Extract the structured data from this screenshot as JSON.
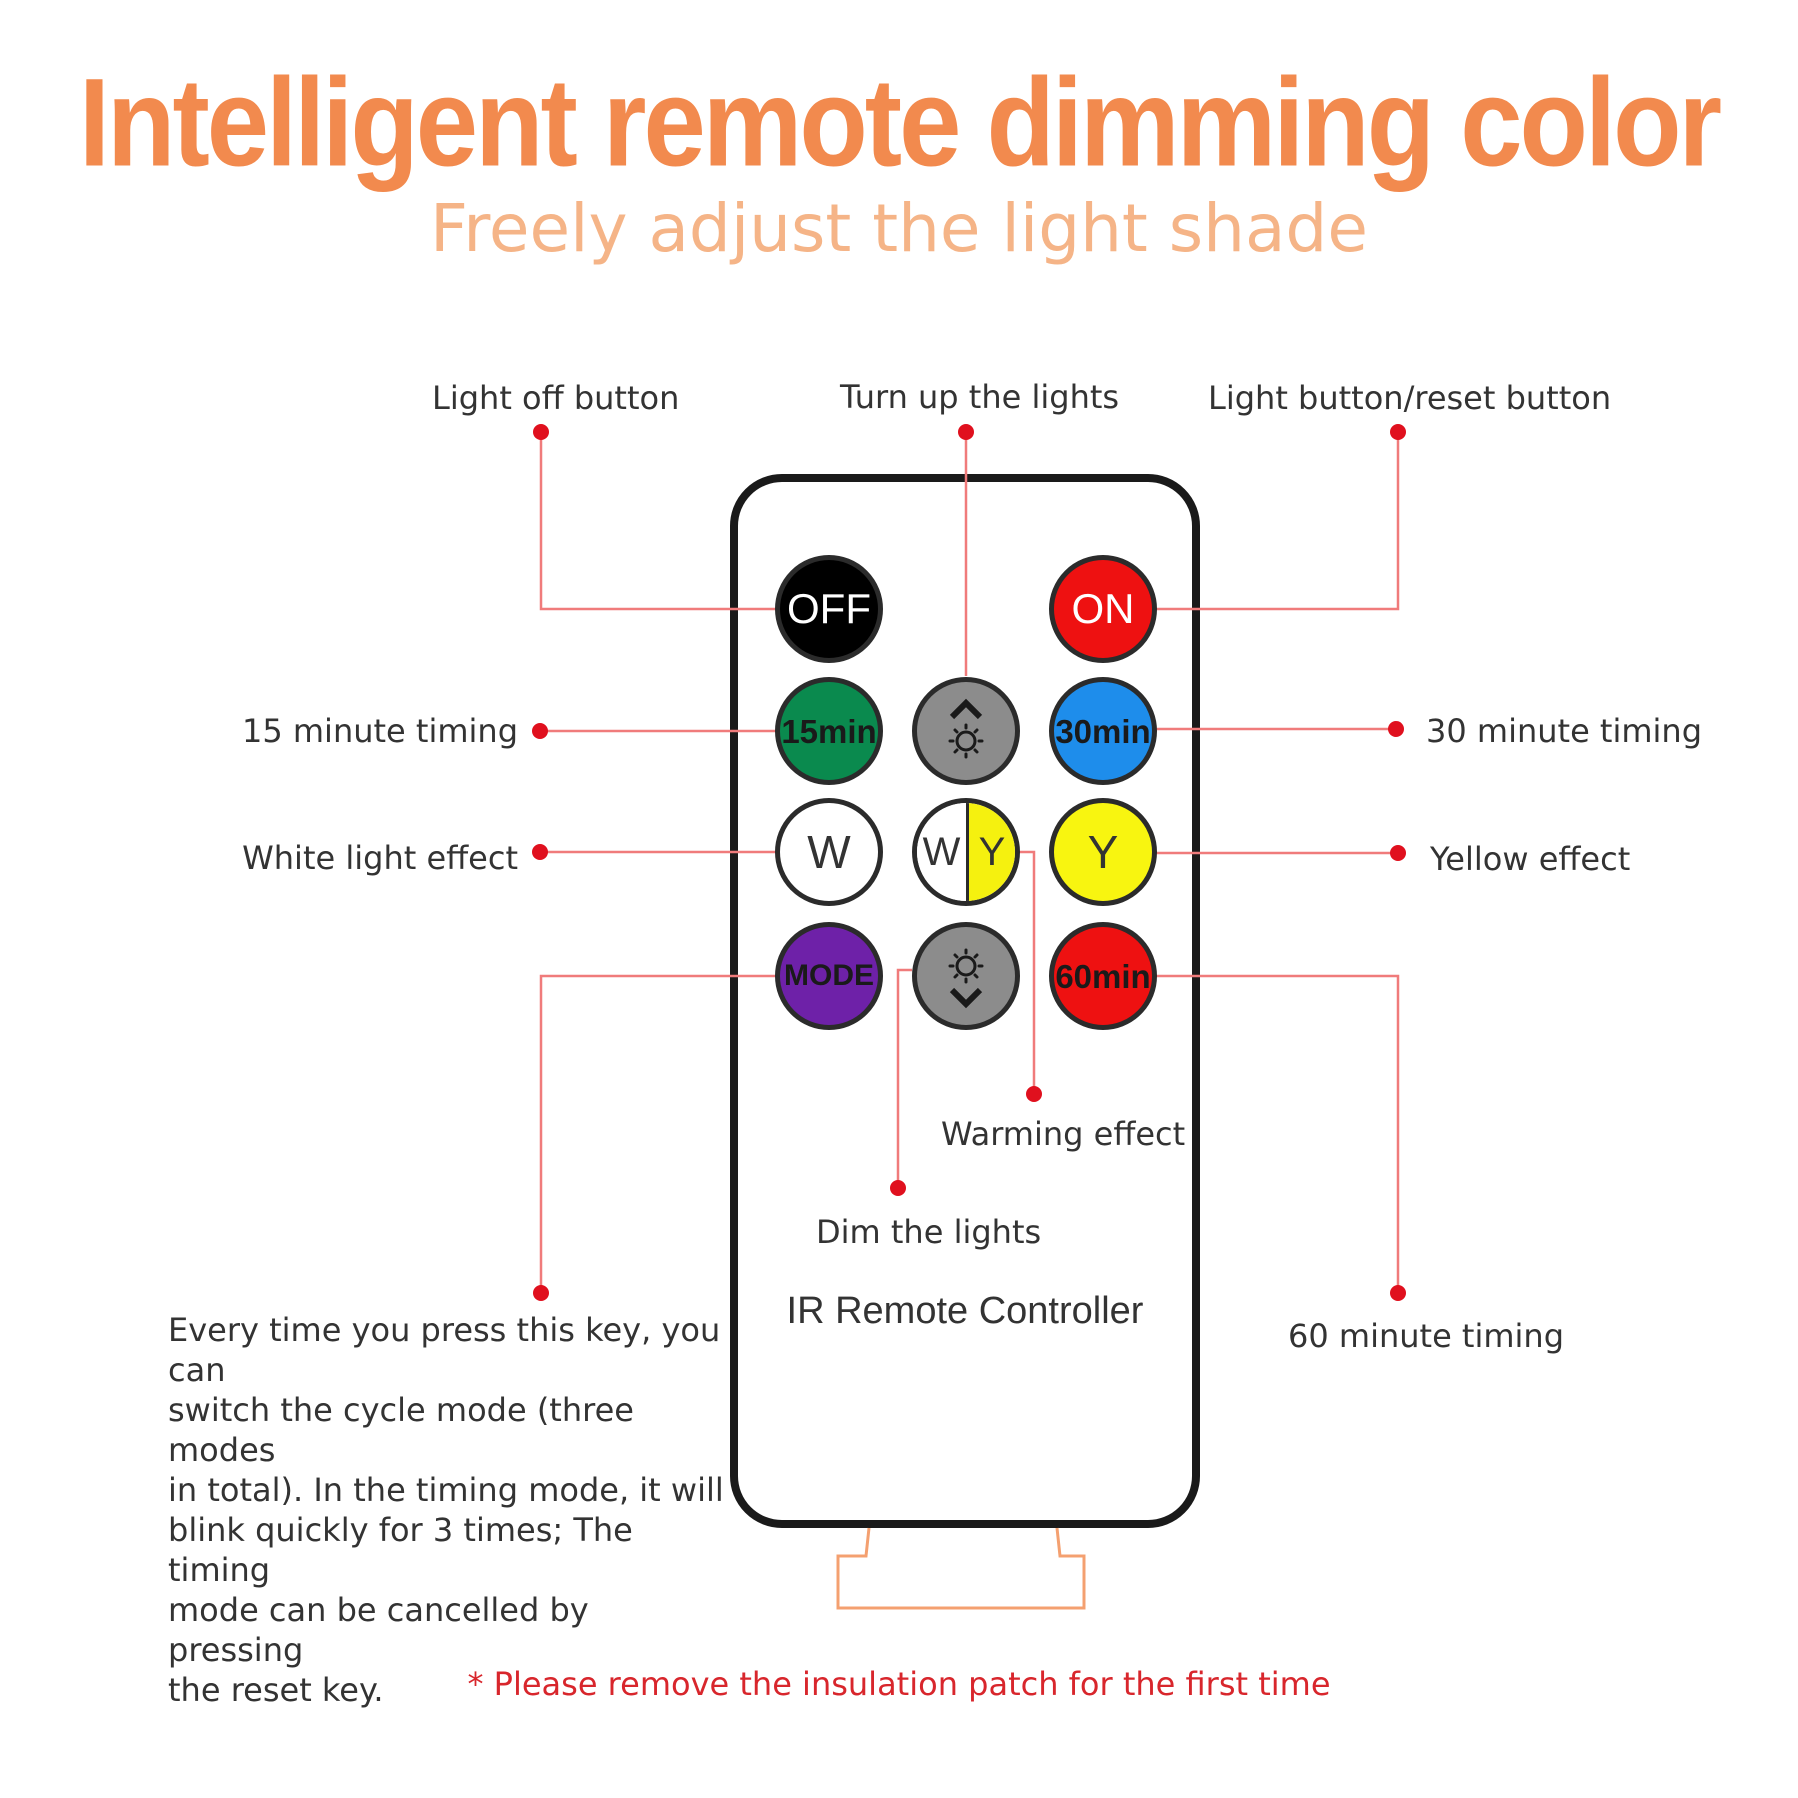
{
  "title": "Intelligent remote dimming color",
  "subtitle": "Freely adjust the light shade",
  "colors": {
    "title": "#F28A4E",
    "subtitle": "#F5B487",
    "leader": "#F07B7B",
    "dot": "#E0101E",
    "note": "#D8262C",
    "stand": "#F4A070"
  },
  "remote": {
    "label": "IR Remote Controller",
    "buttons": {
      "off": {
        "text": "OFF",
        "fill": "#000000",
        "text_color": "#ffffff"
      },
      "on": {
        "text": "ON",
        "fill": "#EE1111",
        "text_color": "#ffffff"
      },
      "timer15": {
        "text": "15min",
        "fill": "#0A8A4E",
        "text_color": "#1a1a1a"
      },
      "brighten": {
        "icon": "brightness-up-icon",
        "fill": "#8C8C8C"
      },
      "timer30": {
        "text": "30min",
        "fill": "#1E8DEB",
        "text_color": "#1a1a1a"
      },
      "white": {
        "text": "W",
        "fill": "#ffffff",
        "text_color": "#333333"
      },
      "warm": {
        "left_text": "W",
        "right_text": "Y",
        "left_fill": "#ffffff",
        "right_fill": "#F5F10F"
      },
      "yellow": {
        "text": "Y",
        "fill": "#F8F510",
        "text_color": "#333333"
      },
      "mode": {
        "text": "MODE",
        "fill": "#6E21A8",
        "text_color": "#1a1a1a"
      },
      "dim": {
        "icon": "brightness-down-icon",
        "fill": "#8C8C8C"
      },
      "timer60": {
        "text": "60min",
        "fill": "#EE1111",
        "text_color": "#1a1a1a"
      }
    }
  },
  "labels": {
    "light_off": "Light off button",
    "turn_up": "Turn up the lights",
    "light_reset": "Light button/reset button",
    "timing15": "15 minute timing",
    "timing30": "30 minute timing",
    "white_effect": "White light effect",
    "yellow_effect": "Yellow effect",
    "warming": "Warming effect",
    "dim": "Dim the lights",
    "timing60": "60 minute timing"
  },
  "mode_description": [
    "Every time you press this key, you can",
    "switch the cycle mode (three modes",
    "in total). In the timing mode, it will",
    "blink quickly for 3 times; The timing",
    "mode can be cancelled by pressing",
    "the reset key."
  ],
  "note": "* Please remove the insulation patch for the first time"
}
